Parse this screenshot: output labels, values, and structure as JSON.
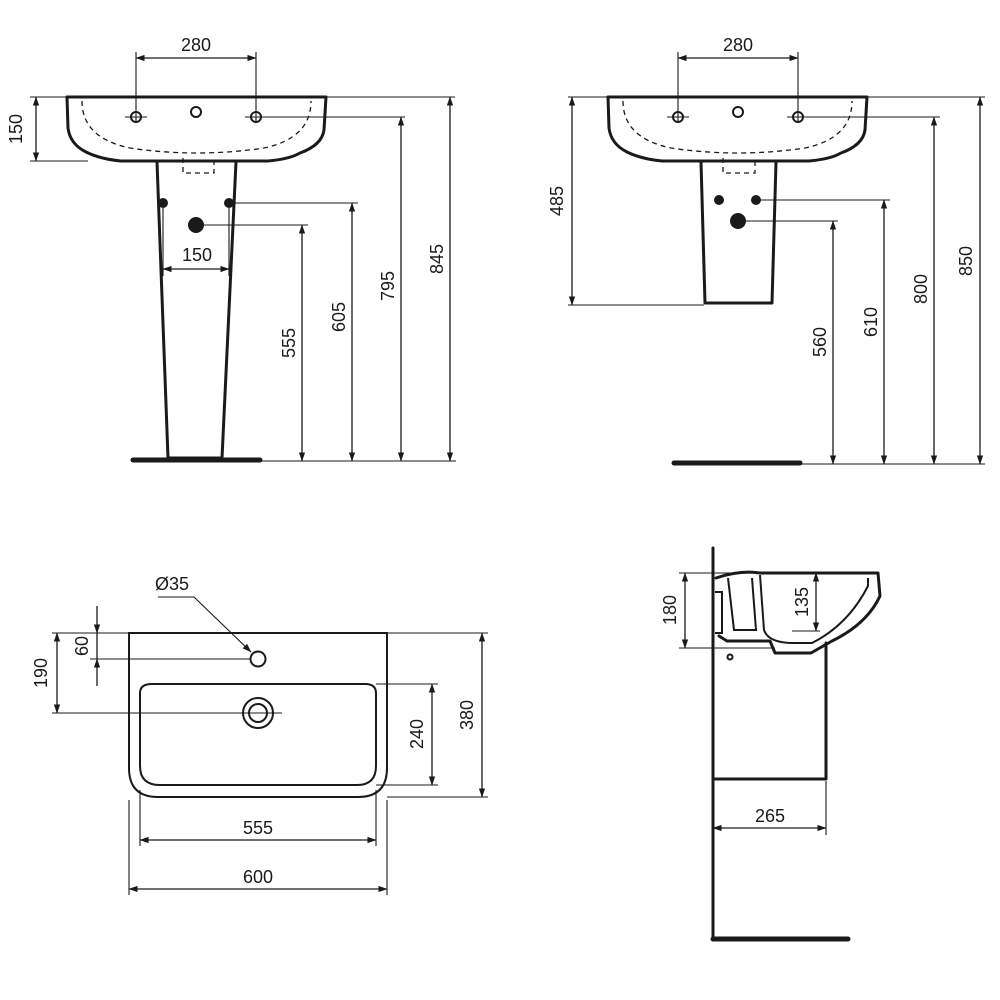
{
  "views": {
    "pedestal_front": {
      "tap_spacing": "280",
      "rim_height": "150",
      "waste_spacing": "150",
      "supply_height": "555",
      "waste_height": "605",
      "bowl_height": "795",
      "total_height": "845"
    },
    "semi_pedestal_front": {
      "tap_spacing": "280",
      "pedestal_depth": "485",
      "supply_height": "560",
      "waste_height": "610",
      "bowl_height": "800",
      "total_height": "850"
    },
    "plan": {
      "tap_hole": "Ø35",
      "tap_offset": "60",
      "waste_offset": "190",
      "bowl_depth": "240",
      "total_depth": "380",
      "bowl_width": "555",
      "total_width": "600"
    },
    "side_section": {
      "rim_height": "180",
      "bowl_depth": "135",
      "projection": "265"
    }
  }
}
